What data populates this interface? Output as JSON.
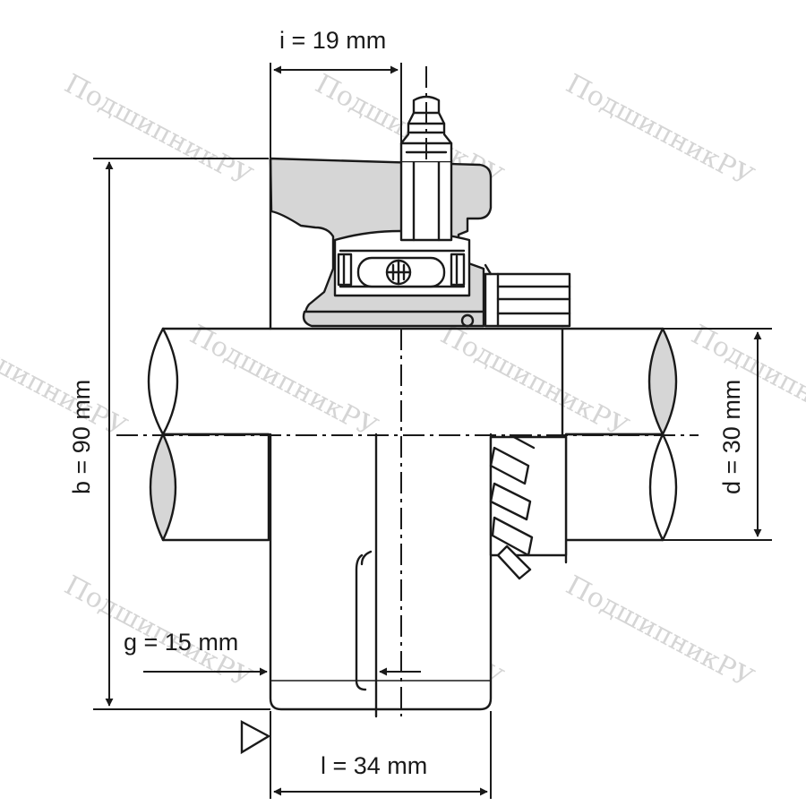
{
  "dimensions": {
    "i": "i = 19 mm",
    "b": "b = 90 mm",
    "d": "d = 30 mm",
    "g": "g = 15 mm",
    "l": "l = 34 mm"
  },
  "watermark": "ПодшипникРУ",
  "colors": {
    "line": "#1a1a1a",
    "fill": "#d6d6d6",
    "background": "#ffffff",
    "watermark": "#c8c8c8"
  }
}
